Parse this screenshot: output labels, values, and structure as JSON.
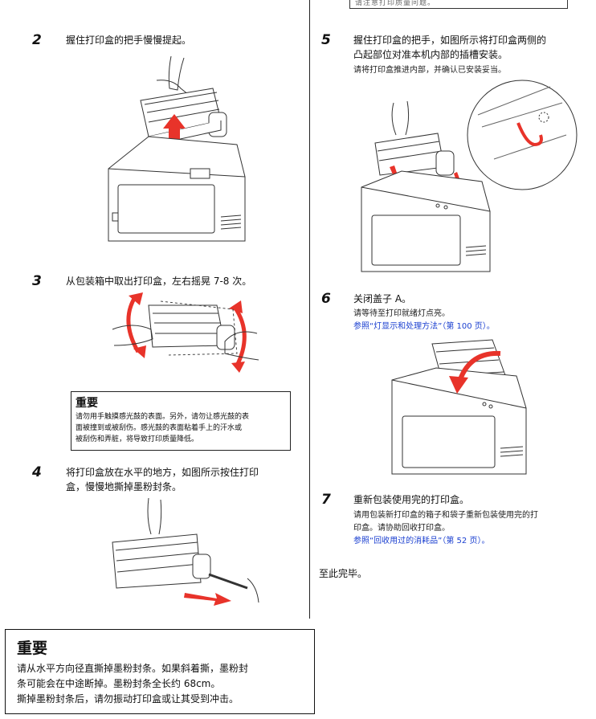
{
  "left": {
    "step2": {
      "num": "2",
      "text": "握住打印盒的把手慢慢提起。"
    },
    "step3": {
      "num": "3",
      "text": "从包装箱中取出打印盒，左右摇晃 7-8 次。"
    },
    "important_small": {
      "title": "重要",
      "lines": [
        "请勿用手触摸感光鼓的表面。另外，请勿让感光鼓的表",
        "面被撞到或被刮伤。感光鼓的表面粘着手上的汗水或",
        "被刮伤和弄脏，将导致打印质量降低。"
      ]
    },
    "step4": {
      "num": "4",
      "line1": "将打印盒放在水平的地方，如图所示按住打印",
      "line2": "盒，慢慢地撕掉墨粉封条。"
    }
  },
  "right": {
    "top_box_text": "请注意打印质量问题。",
    "step5": {
      "num": "5",
      "line1": "握住打印盒的把手，如图所示将打印盒两侧的",
      "line2": "凸起部位对准本机内部的插槽安装。",
      "sub": "请将打印盒推进内部，并确认已安装妥当。"
    },
    "step6": {
      "num": "6",
      "text": "关闭盖子 A。",
      "sub": "请等待至打印就绪灯点亮。",
      "ref": "参照“灯显示和处理方法”（第 100 页）。"
    },
    "step7": {
      "num": "7",
      "text": "重新包装使用完的打印盒。",
      "sub1": "请用包装新打印盒的箱子和袋子重新包装使用完的打",
      "sub2": "印盒。请协助回收打印盒。",
      "ref": "参照“回收用过的消耗品”（第 52 页）。"
    },
    "done": "至此完毕。"
  },
  "important_big": {
    "title": "重要",
    "lines": [
      "请从水平方向径直撕掉墨粉封条。如果斜着撕，墨粉封",
      "条可能会在中途断掉。墨粉封条全长约 68cm。",
      "撕掉墨粉封条后，请勿振动打印盒或让其受到冲击。"
    ]
  },
  "colors": {
    "arrow_red": "#e8332a",
    "link_blue": "#1a3fd0",
    "line": "#222222"
  }
}
